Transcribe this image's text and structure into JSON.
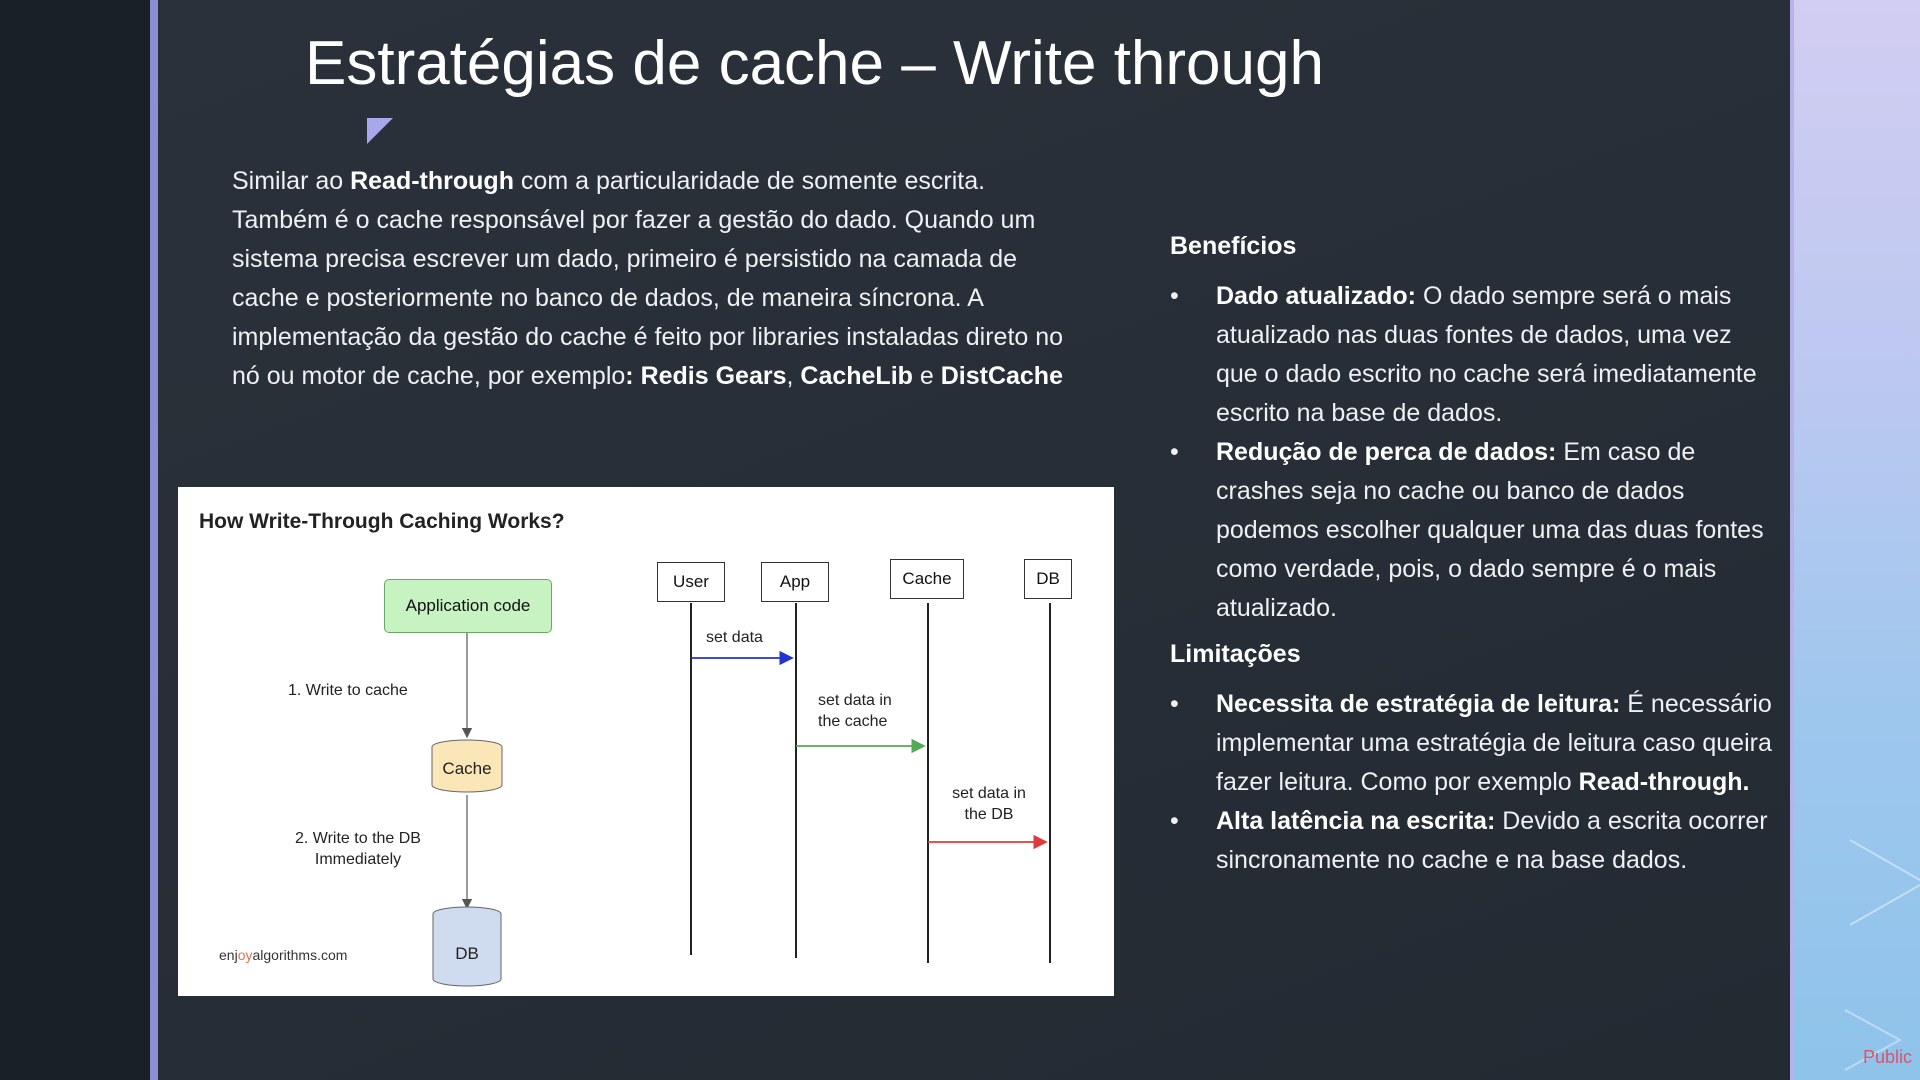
{
  "slide": {
    "title": "Estratégias de cache – Write through",
    "intro": {
      "t1": "Similar ao ",
      "b1": "Read-through",
      "t2": " com a particularidade de somente escrita. Também é o cache responsável por fazer a gestão do dado. Quando um sistema precisa escrever um dado, primeiro é persistido na camada de cache e posteriormente no banco de dados, de maneira síncrona. A implementação da gestão do cache é feito por libraries instaladas direto no nó ou motor de cache, por exemplo",
      "b2": ": Redis Gears",
      "t3": ", ",
      "b3": "CacheLib",
      "t4": " e ",
      "b4": "DistCache"
    },
    "footer_tag": "Public"
  },
  "diagram": {
    "title": "How Write-Through Caching Works?",
    "app_code": "Application code",
    "step1": "1. Write to cache",
    "cache": "Cache",
    "step2a": "2. Write to the DB",
    "step2b": "Immediately",
    "db": "DB",
    "credit_pre": "enj",
    "credit_accent": "oy",
    "credit_post": "algorithms.com",
    "lanes": [
      "User",
      "App",
      "Cache",
      "DB"
    ],
    "msg1": "set data",
    "msg2a": "set data in",
    "msg2b": "the cache",
    "msg3a": "set data in",
    "msg3b": "the DB",
    "colors": {
      "green_box": "#c7f2c2",
      "cache_fill": "#fbe6b8",
      "db_fill": "#cfdcef",
      "blue": "#2233cc",
      "green": "#55aa55",
      "red": "#e03a3a"
    }
  },
  "benefits": {
    "heading": "Benefícios",
    "items": [
      {
        "bold": "Dado atualizado:",
        "text": " O dado sempre será o mais atualizado nas duas fontes de dados, uma vez que o dado escrito no cache será imediatamente escrito na base de dados."
      },
      {
        "bold": "Redução de perca de dados:",
        "text": " Em caso de crashes seja no cache ou banco de dados podemos escolher qualquer uma das duas fontes como verdade, pois, o dado sempre é o mais atualizado."
      }
    ]
  },
  "limitations": {
    "heading": "Limitações",
    "items": [
      {
        "bold": "Necessita de estratégia de leitura:",
        "text": " É necessário implementar uma estratégia de leitura caso queira fazer leitura. Como por exemplo ",
        "bold2": "Read-through."
      },
      {
        "bold": "Alta latência na escrita:",
        "text": " Devido a escrita ocorrer sincronamente no cache e na base dados."
      }
    ]
  }
}
